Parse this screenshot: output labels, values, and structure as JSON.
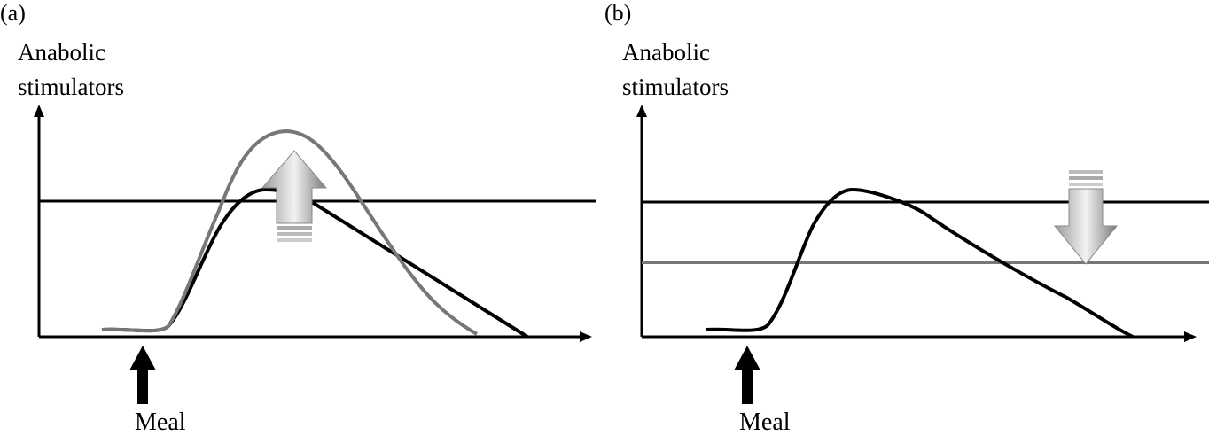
{
  "panels": [
    {
      "id": "a",
      "label": "(a)",
      "y_axis_label_line1": "Anabolic",
      "y_axis_label_line2": "stimulators",
      "event_label": "Meal",
      "threshold_change": "increase",
      "curve_colors": {
        "baseline": "#000000",
        "altered": "#777777"
      }
    },
    {
      "id": "b",
      "label": "(b)",
      "y_axis_label_line1": "Anabolic",
      "y_axis_label_line2": "stimulators",
      "event_label": "Meal",
      "threshold_change": "decrease",
      "curve_colors": {
        "baseline": "#000000",
        "altered": "#777777"
      }
    }
  ]
}
